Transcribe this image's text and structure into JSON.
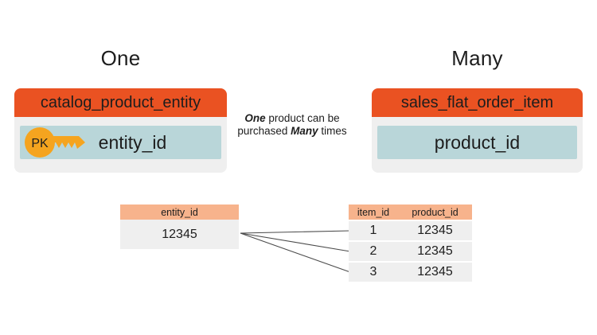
{
  "headings": {
    "one": "One",
    "many": "Many"
  },
  "entities": {
    "left": {
      "title": "catalog_product_entity",
      "field": "entity_id",
      "key_label": "PK"
    },
    "right": {
      "title": "sales_flat_order_item",
      "field": "product_id"
    }
  },
  "caption": {
    "part1": "One",
    "part2": " product can be purchased ",
    "part3": "Many",
    "part4": " times"
  },
  "tables": {
    "left": {
      "headers": [
        "entity_id"
      ],
      "rows": [
        [
          "12345"
        ]
      ]
    },
    "right": {
      "headers": [
        "item_id",
        "product_id"
      ],
      "rows": [
        [
          "1",
          "12345"
        ],
        [
          "2",
          "12345"
        ],
        [
          "3",
          "12345"
        ]
      ]
    }
  },
  "colors": {
    "entity_header_orange": "#ea5222",
    "field_row_teal": "#b9d6d9",
    "card_gray": "#efefef",
    "table_header_salmon": "#f7b38c",
    "key_yellow": "#f5a41f",
    "connector_line": "#4a4a4a"
  }
}
